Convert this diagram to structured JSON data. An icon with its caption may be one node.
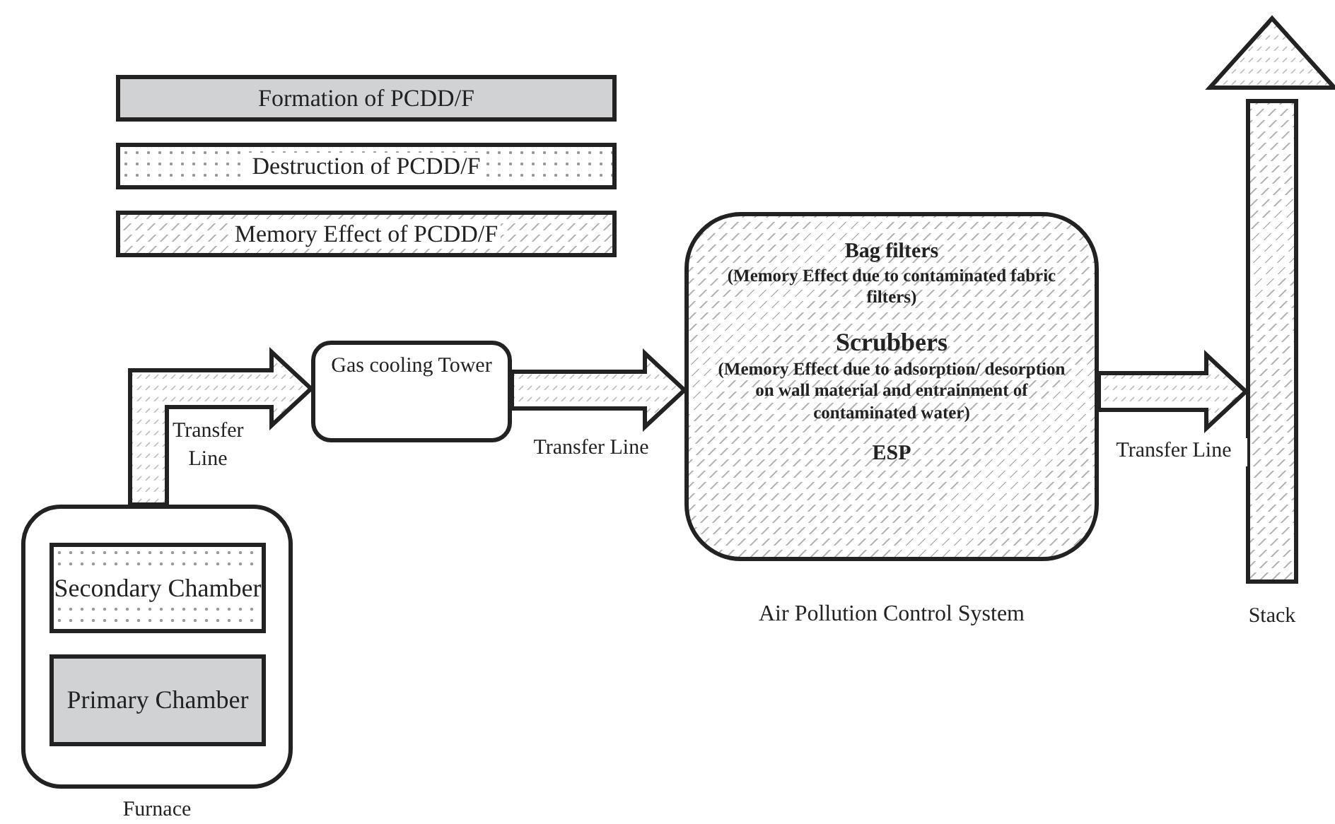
{
  "diagram": {
    "nodes": [
      {
        "text": [
          "Furnace"
        ]
      },
      {
        "text": [
          "Secondary Chamber"
        ],
        "in": 0
      },
      {
        "text": [
          "Primary Chamber"
        ],
        "in": 0
      },
      {
        "text": [
          "Gas cooling Tower"
        ]
      },
      {
        "text": [
          "Bag filters",
          "(Memory Effect due to contaminated fabric filters)",
          "Scrubbers",
          "(Memory Effect due to adsorption/ desorption on wall material and entrainment of contaminated water)",
          "ESP",
          "Air Pollution Control System"
        ]
      },
      {
        "text": [
          "Stack"
        ]
      }
    ],
    "edges": [
      {
        "from": 0,
        "to": 3,
        "arrow": "to",
        "label": "Transfer Line"
      },
      {
        "from": 3,
        "to": 4,
        "arrow": "to",
        "label": "Transfer Line"
      },
      {
        "from": 4,
        "to": 5,
        "arrow": "to",
        "label": "Transfer Line"
      },
      {
        "from": 5,
        "to": null,
        "arrow": "to"
      }
    ],
    "legend": [
      {
        "text": "Formation of PCDD/F",
        "color": "#d1d2d4"
      },
      {
        "text": "Destruction of PCDD/F"
      },
      {
        "text": "Memory Effect of PCDD/F"
      }
    ]
  }
}
